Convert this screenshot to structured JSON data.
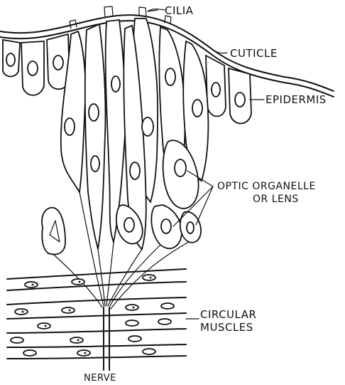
{
  "labels": {
    "cilia": "CILIA",
    "cuticle": "CUTICLE",
    "epidermis": "EPIDERMIS",
    "optic_line1": "OPTIC ORGANELLE",
    "optic_line2": "OR LENS",
    "circular_line1": "CIRCULAR",
    "circular_line2": "MUSCLES",
    "nerve": "NERVE"
  }
}
